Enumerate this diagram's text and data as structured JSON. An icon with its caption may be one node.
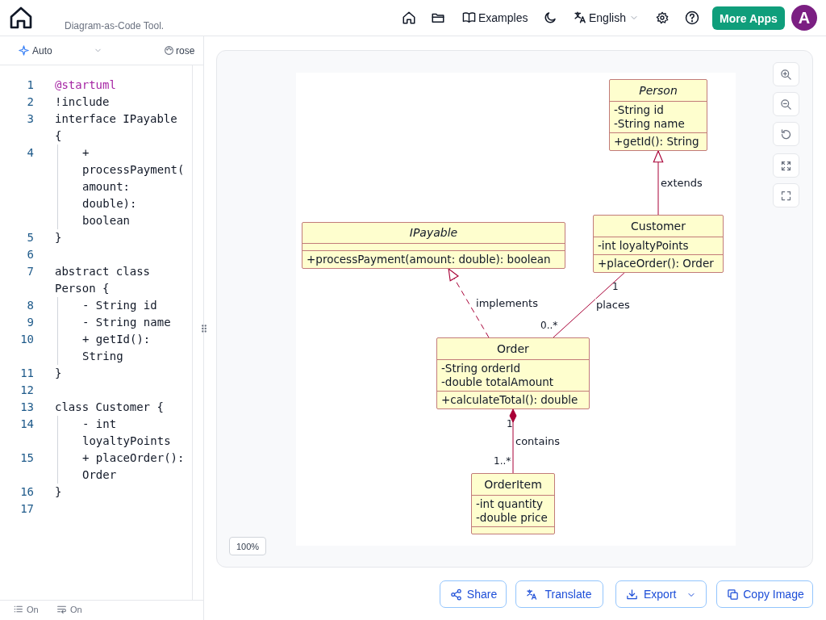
{
  "diagram": {
    "nodes": [
      {
        "text": [
          "Person",
          "-String id",
          "-String name",
          "+getId(): String"
        ]
      },
      {
        "text": [
          "IPayable",
          "+processPayment(amount: double): boolean"
        ]
      },
      {
        "text": [
          "Customer",
          "-int loyaltyPoints",
          "+placeOrder(): Order"
        ]
      },
      {
        "text": [
          "Order",
          "-String orderId",
          "-double totalAmount",
          "+calculateTotal(): double"
        ]
      },
      {
        "text": [
          "OrderItem",
          "-int quantity",
          "-double price"
        ]
      }
    ],
    "edges": [
      {
        "from": 2,
        "to": 0,
        "arrow": "to",
        "label": "extends"
      },
      {
        "from": 3,
        "to": 1,
        "arrow": "to",
        "label": "implements",
        "style": "dashed"
      },
      {
        "from": 2,
        "to": 3,
        "arrow": "none",
        "label": "places"
      },
      {
        "from": 3,
        "to": 4,
        "arrow": "other",
        "label": "contains"
      }
    ],
    "labels": [
      "Diagram-as-Code Tool.",
      "Examples",
      "English",
      "More Apps",
      "A",
      "Auto",
      "rose",
      "1",
      "@startuml",
      "2",
      "!include",
      "3",
      "interface IPayable {",
      "4",
      "+ processPayment(amount: double): boolean",
      "5",
      "}",
      "6",
      "7",
      "abstract class Person {",
      "8",
      "- String id",
      "9",
      "- String name",
      "10",
      "+ getId(): String",
      "11",
      "}",
      "12",
      "13",
      "class Customer {",
      "14",
      "- int loyaltyPoints",
      "15",
      "+ placeOrder(): Order",
      "16",
      "}",
      "17",
      "On",
      "On",
      "1",
      "0..*",
      "1",
      "1..*",
      "100%",
      "Share",
      "Translate",
      "Export",
      "Copy Image"
    ]
  }
}
